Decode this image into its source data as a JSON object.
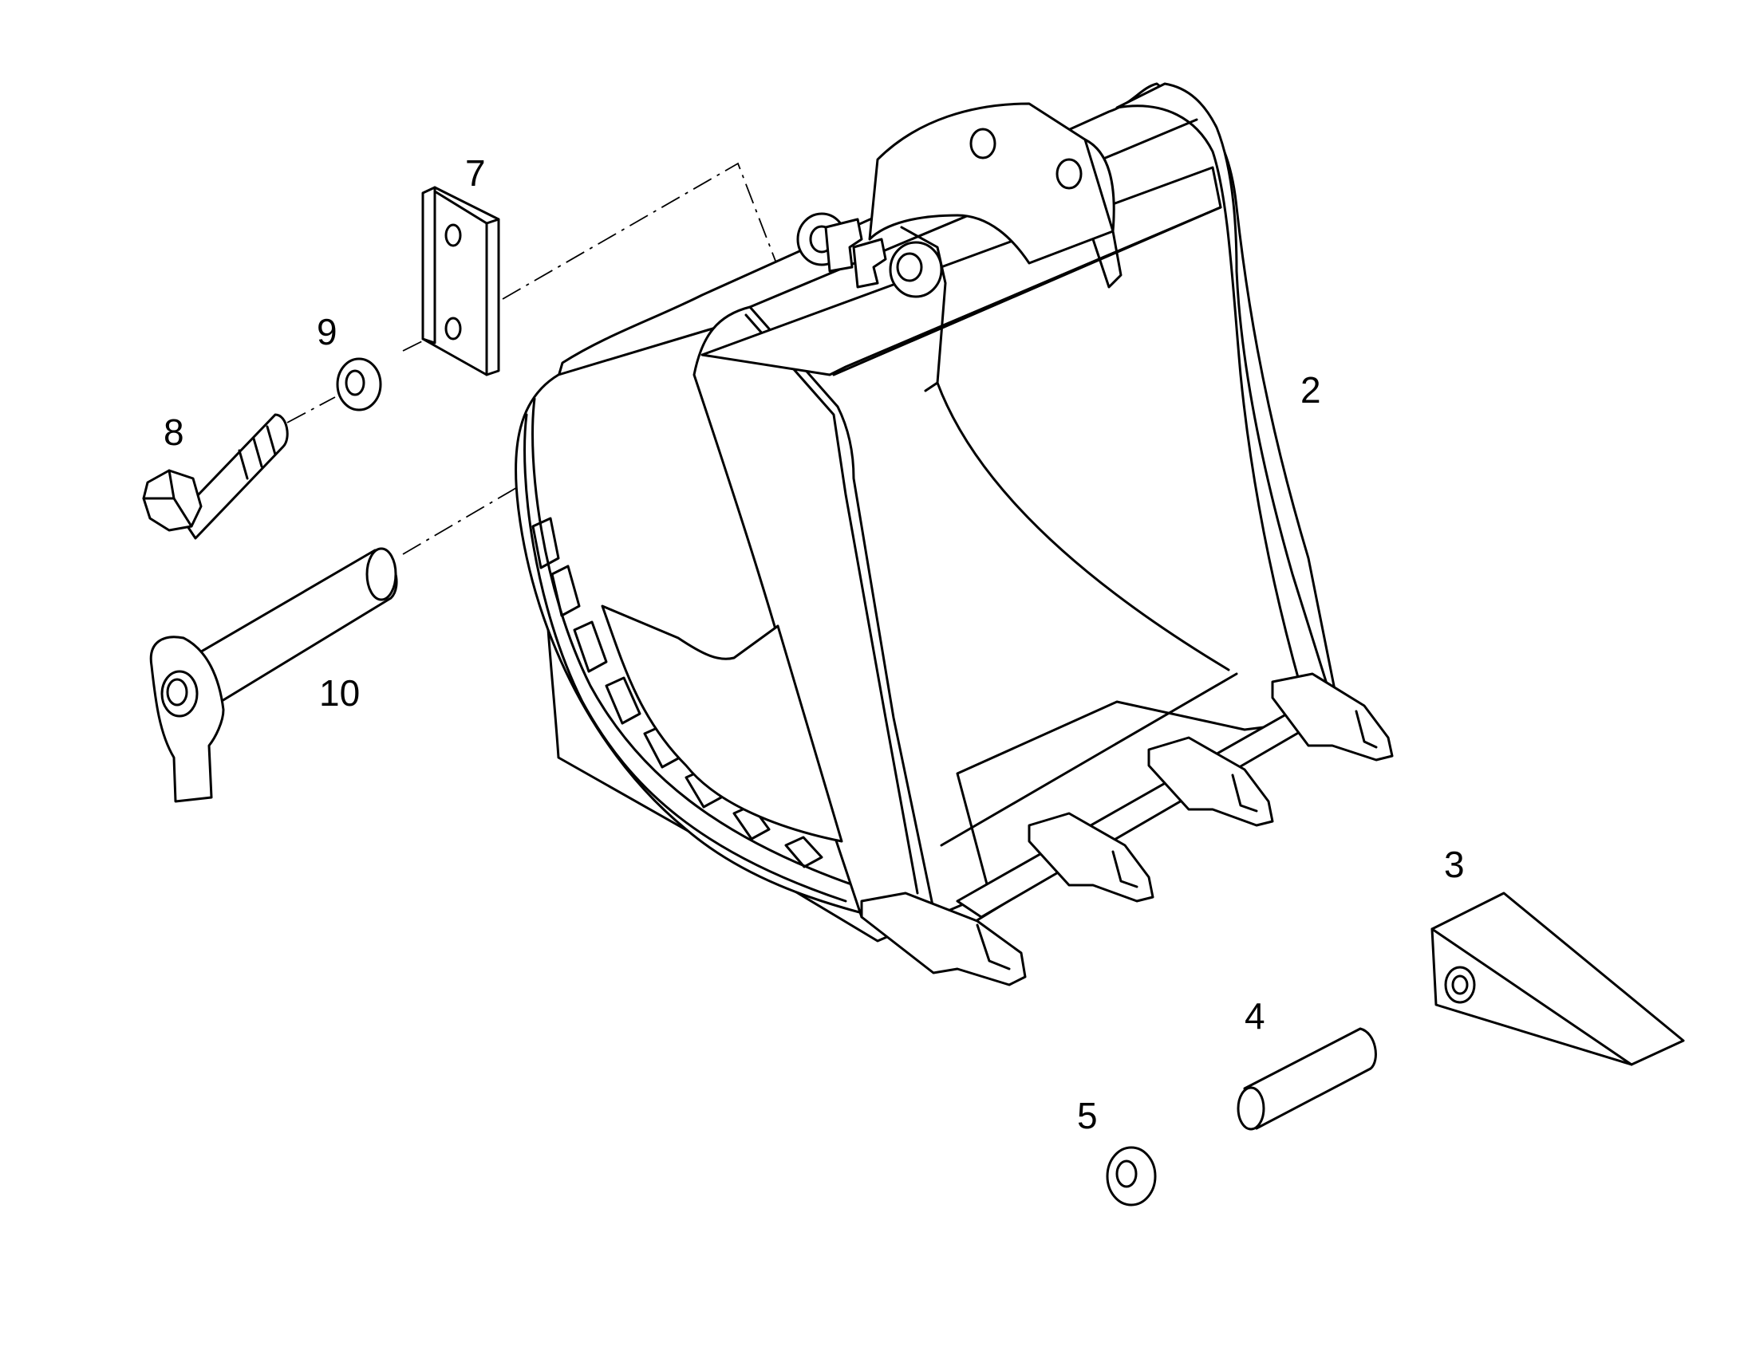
{
  "callouts": {
    "c2": "2",
    "c3": "3",
    "c4": "4",
    "c5": "5",
    "c7": "7",
    "c8": "8",
    "c9": "9",
    "c10": "10"
  }
}
